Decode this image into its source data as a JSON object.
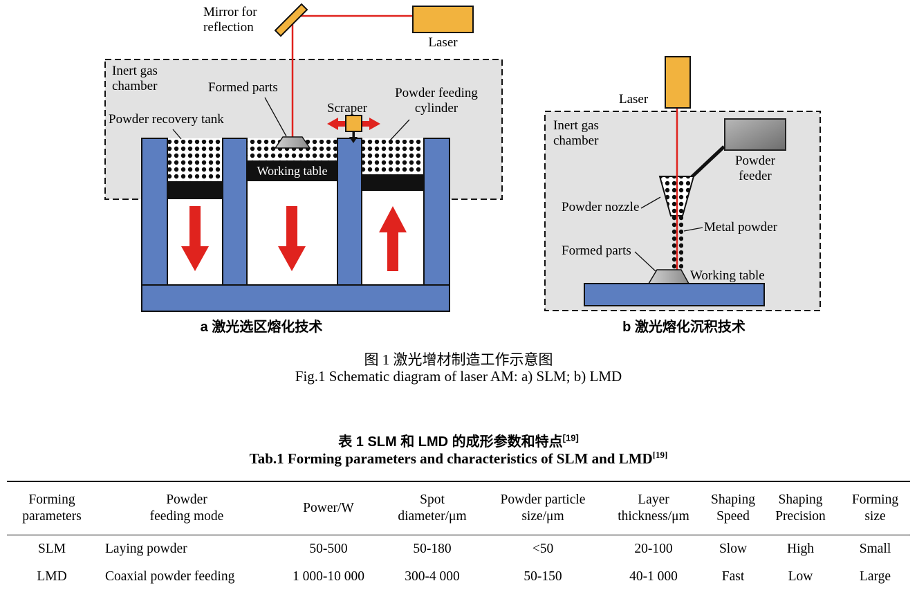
{
  "figure": {
    "panel_a": {
      "labels": {
        "mirror": "Mirror for\nreflection",
        "laser": "Laser",
        "inert_gas_chamber": "Inert gas\nchamber",
        "powder_recovery_tank": "Powder recovery tank",
        "formed_parts": "Formed parts",
        "scraper": "Scraper",
        "powder_feeding_cylinder": "Powder feeding\ncylinder",
        "working_table": "Working table"
      },
      "caption": "a 激光选区熔化技术"
    },
    "panel_b": {
      "labels": {
        "laser": "Laser",
        "inert_gas_chamber": "Inert gas\nchamber",
        "powder_feeder": "Powder\nfeeder",
        "powder_nozzle": "Powder nozzle",
        "metal_powder": "Metal powder",
        "formed_parts": "Formed parts",
        "working_table": "Working table"
      },
      "caption": "b 激光熔化沉积技术"
    },
    "caption_zh": "图 1  激光增材制造工作示意图",
    "caption_en": "Fig.1 Schematic diagram of laser AM: a) SLM; b) LMD"
  },
  "table": {
    "caption_zh": "表 1  SLM 和 LMD 的成形参数和特点",
    "caption_zh_ref": "[19]",
    "caption_en": "Tab.1 Forming parameters and characteristics of SLM and LMD",
    "caption_en_ref": "[19]",
    "headers": [
      "Forming\nparameters",
      "Powder\nfeeding mode",
      "Power/W",
      "Spot\ndiameter/μm",
      "Powder particle\nsize/μm",
      "Layer\nthickness/μm",
      "Shaping\nSpeed",
      "Shaping\nPrecision",
      "Forming\nsize"
    ],
    "rows": [
      [
        "SLM",
        "Laying powder",
        "50-500",
        "50-180",
        "<50",
        "20-100",
        "Slow",
        "High",
        "Small"
      ],
      [
        "LMD",
        "Coaxial powder feeding",
        "1 000-10 000",
        "300-4 000",
        "50-150",
        "40-1 000",
        "Fast",
        "Low",
        "Large"
      ]
    ]
  },
  "colors": {
    "laser_orange": "#F2B33E",
    "machine_blue": "#5C7EC0",
    "arrow_red": "#E0231E",
    "chamber_gray": "#E2E2E2",
    "feeder_gray": "#8F8F8F",
    "part_gray": "#A8A8A8"
  }
}
